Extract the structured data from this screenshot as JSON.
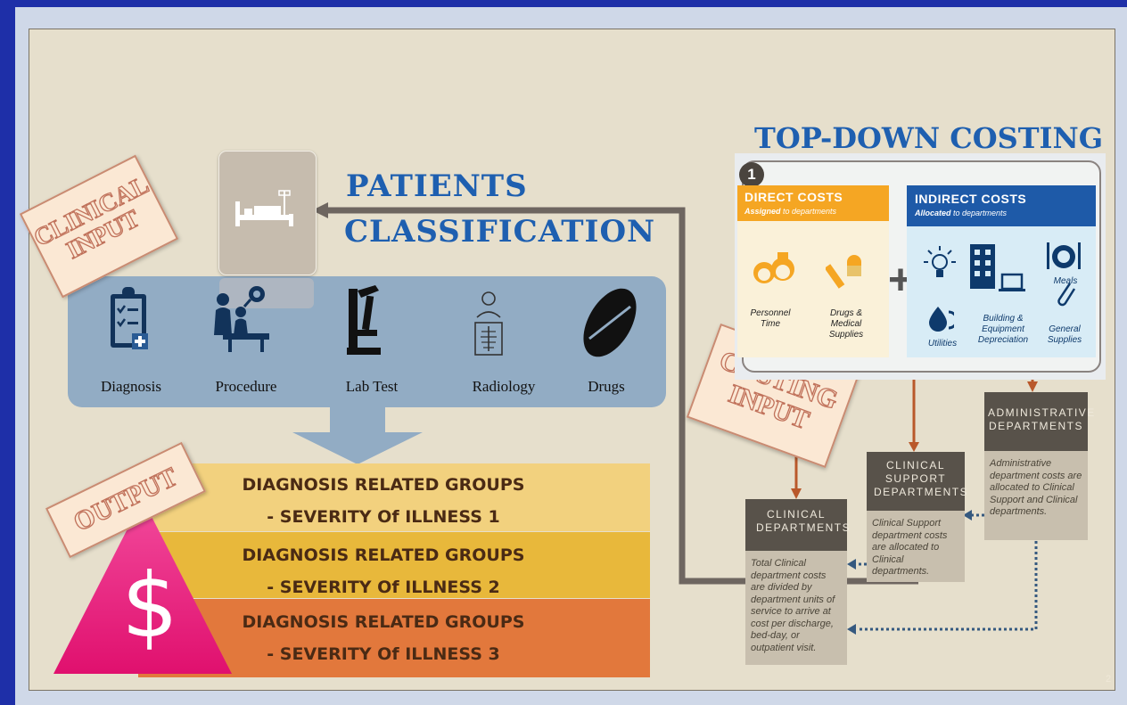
{
  "stamps": {
    "clinical_input": "CLINICAL INPUT",
    "costing_input": "COSTING INPUT",
    "output": "OUTPUT"
  },
  "patients_classification": {
    "line1": "PATIENTS",
    "line2": "CLASSIFICATION"
  },
  "categories": [
    {
      "label": "Diagnosis",
      "icon": "clipboard-checklist-icon"
    },
    {
      "label": "Procedure",
      "icon": "surgery-icon"
    },
    {
      "label": "Lab Test",
      "icon": "microscope-icon"
    },
    {
      "label": "Radiology",
      "icon": "xray-icon"
    },
    {
      "label": "Drugs",
      "icon": "pills-icon"
    }
  ],
  "outputs": [
    {
      "line1": "DIAGNOSIS RELATED GROUPS",
      "line2": "- SEVERITY Of ILLNESS 1",
      "color": "#f2d17e"
    },
    {
      "line1": "DIAGNOSIS RELATED GROUPS",
      "line2": "- SEVERITY Of ILLNESS 2",
      "color": "#e8b83b"
    },
    {
      "line1": "DIAGNOSIS RELATED GROUPS",
      "line2": "- SEVERITY Of ILLNESS 3",
      "color": "#e2783c"
    }
  ],
  "dollar": "$",
  "top_down": {
    "title": "TOP-DOWN COSTING",
    "step": "1",
    "direct": {
      "title": "DIRECT COSTS",
      "sub_bold": "Assigned",
      "sub_rest": " to departments",
      "items": [
        "Personnel Time",
        "Drugs & Medical Supplies"
      ],
      "color": "#f5a623"
    },
    "plus": "+",
    "indirect": {
      "title": "INDIRECT COSTS",
      "sub_bold": "Allocated",
      "sub_rest": " to departments",
      "items": [
        "Meals",
        "Utilities",
        "Building & Equipment Depreciation",
        "General Supplies"
      ],
      "color": "#1e5aa8"
    }
  },
  "departments": {
    "administrative": {
      "title": "ADMINISTRATIVE DEPARTMENTS",
      "text": "Administrative department costs are allocated to Clinical Support and Clinical departments."
    },
    "clinical_support": {
      "title": "CLINICAL SUPPORT DEPARTMENTS",
      "text": "Clinical Support department costs are allocated to Clinical departments."
    },
    "clinical": {
      "title": "CLINICAL DEPARTMENTS",
      "text": "Total Clinical department costs are divided by department units of service to arrive at cost per discharge, bed-day, or outpatient visit."
    }
  },
  "page_number": "2",
  "colors": {
    "arrow_gray": "#6e6660",
    "dept_arrow": "#b9582a",
    "dotted": "#35597f",
    "pc_title": "#1e5fb0",
    "category_panel": "#92acc4"
  }
}
